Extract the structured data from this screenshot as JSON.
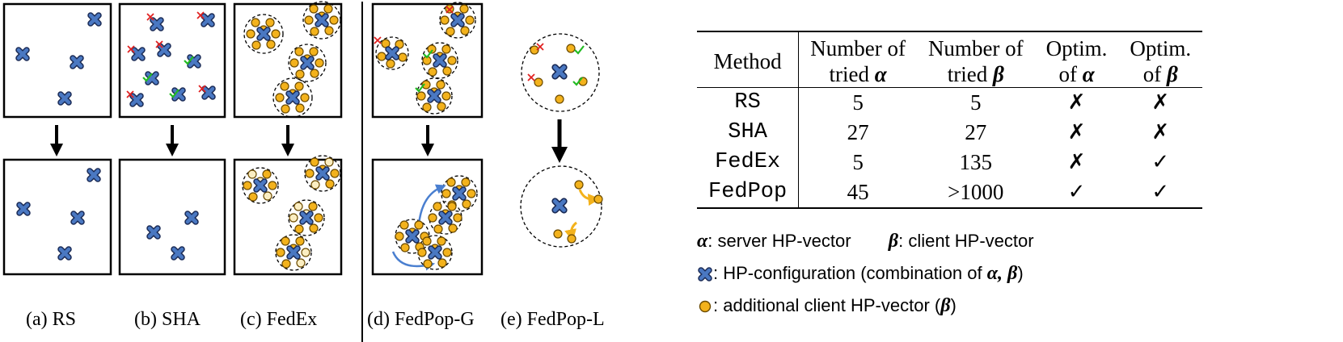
{
  "captions": [
    "(a) RS",
    "(b) SHA",
    "(c) FedEx",
    "(d) FedPop-G",
    "(e) FedPop-L"
  ],
  "table": {
    "headers": [
      {
        "l1": "Method",
        "l2": ""
      },
      {
        "l1": "Number of",
        "l2": "tried ",
        "sym": "α"
      },
      {
        "l1": "Number of",
        "l2": "tried ",
        "sym": "β"
      },
      {
        "l1": "Optim.",
        "l2": "of ",
        "sym": "α"
      },
      {
        "l1": "Optim.",
        "l2": "of ",
        "sym": "β"
      }
    ],
    "rows": [
      {
        "method": "RS",
        "tried_a": "5",
        "tried_b": "5",
        "opt_a": "✗",
        "opt_b": "✗"
      },
      {
        "method": "SHA",
        "tried_a": "27",
        "tried_b": "27",
        "opt_a": "✗",
        "opt_b": "✗"
      },
      {
        "method": "FedEx",
        "tried_a": "5",
        "tried_b": "135",
        "opt_a": "✗",
        "opt_b": "✓"
      },
      {
        "method": "FedPop",
        "tried_a": "45",
        "tried_b": ">1000",
        "opt_a": "✓",
        "opt_b": "✓"
      }
    ]
  },
  "legend": {
    "alpha_sym": "α",
    "alpha_text": ": server HP-vector",
    "beta_sym": "β",
    "beta_text": ": client HP-vector",
    "config_text": ": HP-configuration (combination of ",
    "config_syms": "α, β",
    "config_close": ")",
    "client_text": ": additional client HP-vector (",
    "client_sym": "β",
    "client_close": ")"
  },
  "colors": {
    "server": "#4a78c2",
    "server_outline": "#1a2a55",
    "client": "#f3b21c",
    "client_faded": "#fbeec2",
    "client_outline": "#6b4a00",
    "reject": "#e02020",
    "accept": "#22bb22",
    "arrow_blue": "#4a7fd0"
  }
}
